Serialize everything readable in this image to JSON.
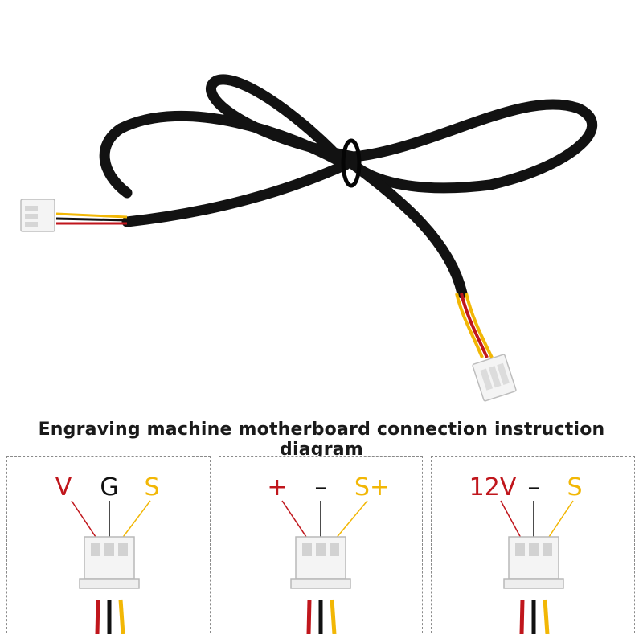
{
  "title": "Engraving machine motherboard connection instruction diagram",
  "colors": {
    "red": "#c0161c",
    "black": "#111111",
    "yellow": "#f2b705",
    "cable": "#121212",
    "connector": "#f4f4f4"
  },
  "panels": [
    {
      "labels": [
        "V",
        "G",
        "S"
      ]
    },
    {
      "labels": [
        "+",
        "–",
        "S+"
      ]
    },
    {
      "labels": [
        "12V",
        "–",
        "S"
      ]
    }
  ]
}
